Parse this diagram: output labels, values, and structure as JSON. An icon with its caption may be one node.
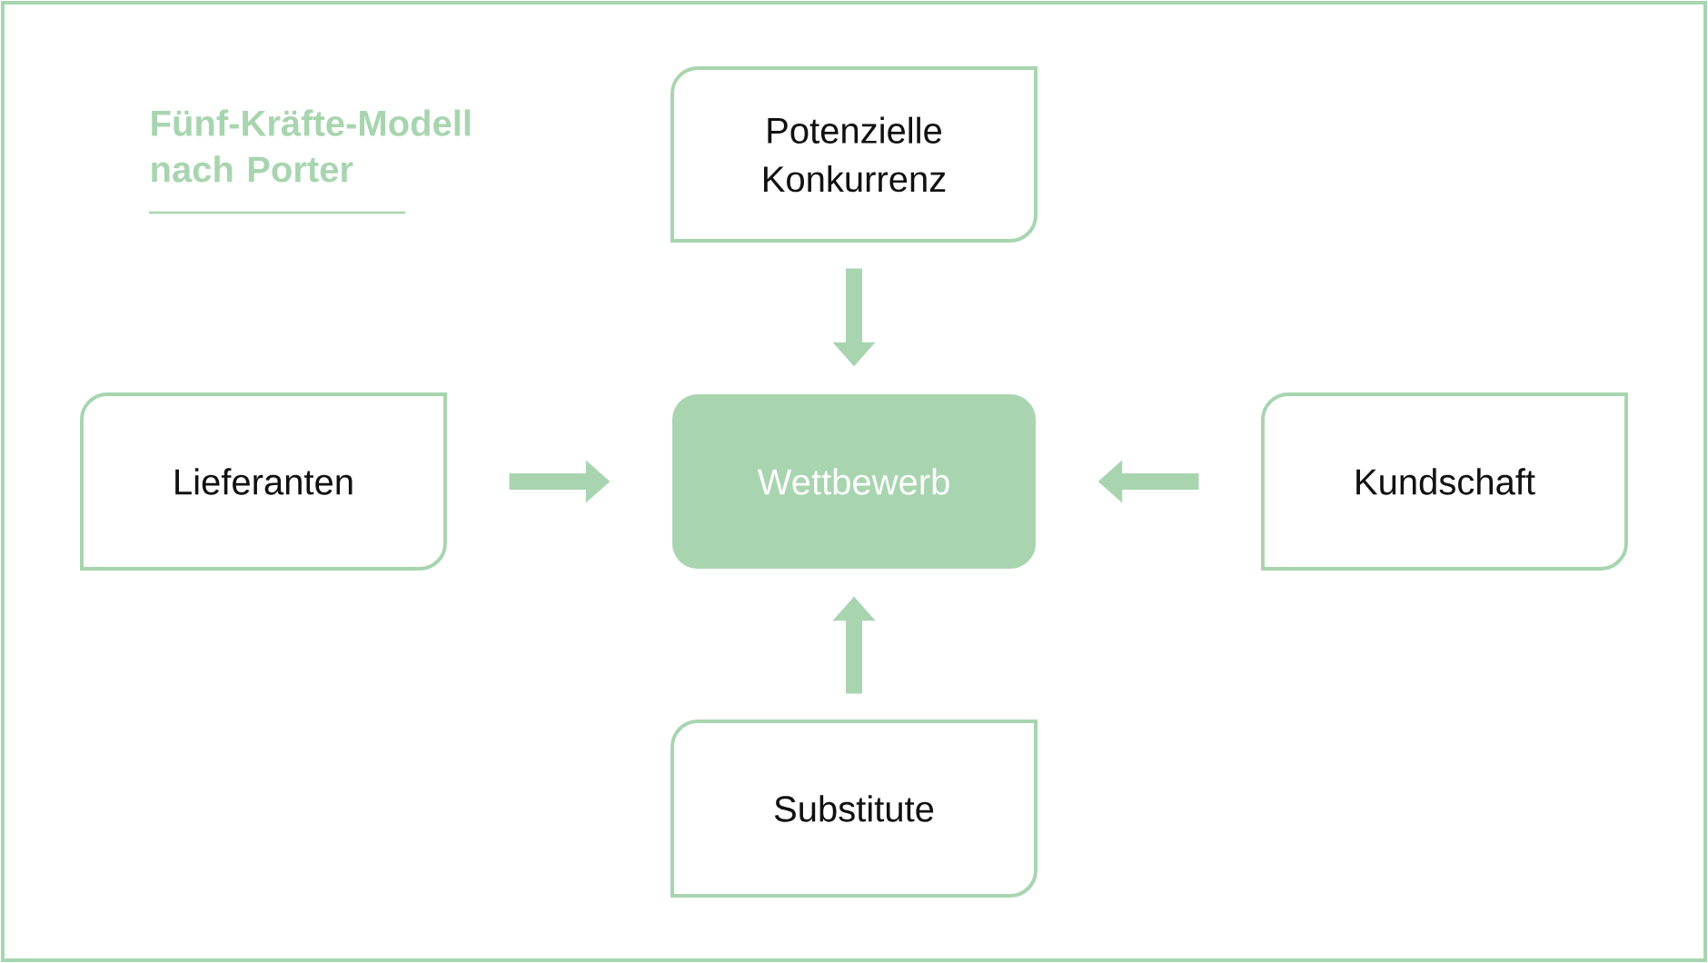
{
  "diagram": {
    "title": "Fünf-Kräfte-Modell nach Porter",
    "nodes": [
      {
        "text": [
          "Potenzielle Konkurrenz"
        ]
      },
      {
        "text": [
          "Lieferanten"
        ]
      },
      {
        "text": [
          "Wettbewerb"
        ]
      },
      {
        "text": [
          "Kundschaft"
        ]
      },
      {
        "text": [
          "Substitute"
        ]
      }
    ],
    "edges": [
      {
        "from": 0,
        "to": 2,
        "arrow": "to"
      },
      {
        "from": 1,
        "to": 2,
        "arrow": "to"
      },
      {
        "from": 3,
        "to": 2,
        "arrow": "to"
      },
      {
        "from": 4,
        "to": 2,
        "arrow": "to"
      }
    ]
  }
}
